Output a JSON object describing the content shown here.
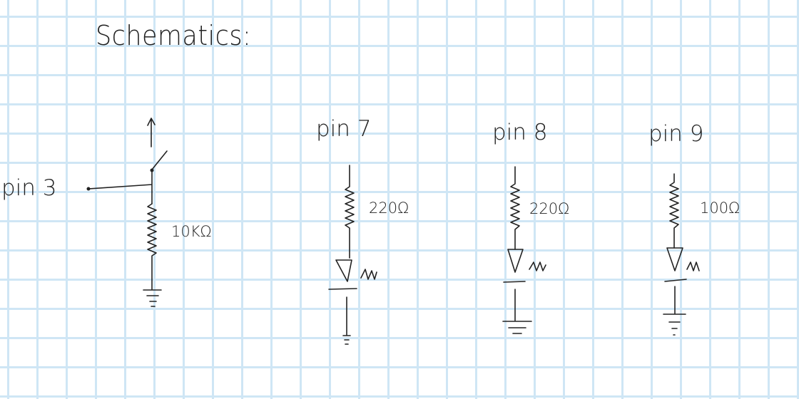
{
  "page": {
    "title": "Schematics:"
  },
  "circuits": {
    "switch": {
      "pin_label": "pin 3",
      "resistor_label": "10KΩ"
    },
    "led1": {
      "pin_label": "pin 7",
      "resistor_label": "220Ω"
    },
    "led2": {
      "pin_label": "pin 8",
      "resistor_label": "220Ω"
    },
    "led3": {
      "pin_label": "pin 9",
      "resistor_label": "100Ω"
    }
  },
  "colors": {
    "ink": "#222222",
    "grid": "#cfe6f5",
    "paper": "#ffffff"
  }
}
